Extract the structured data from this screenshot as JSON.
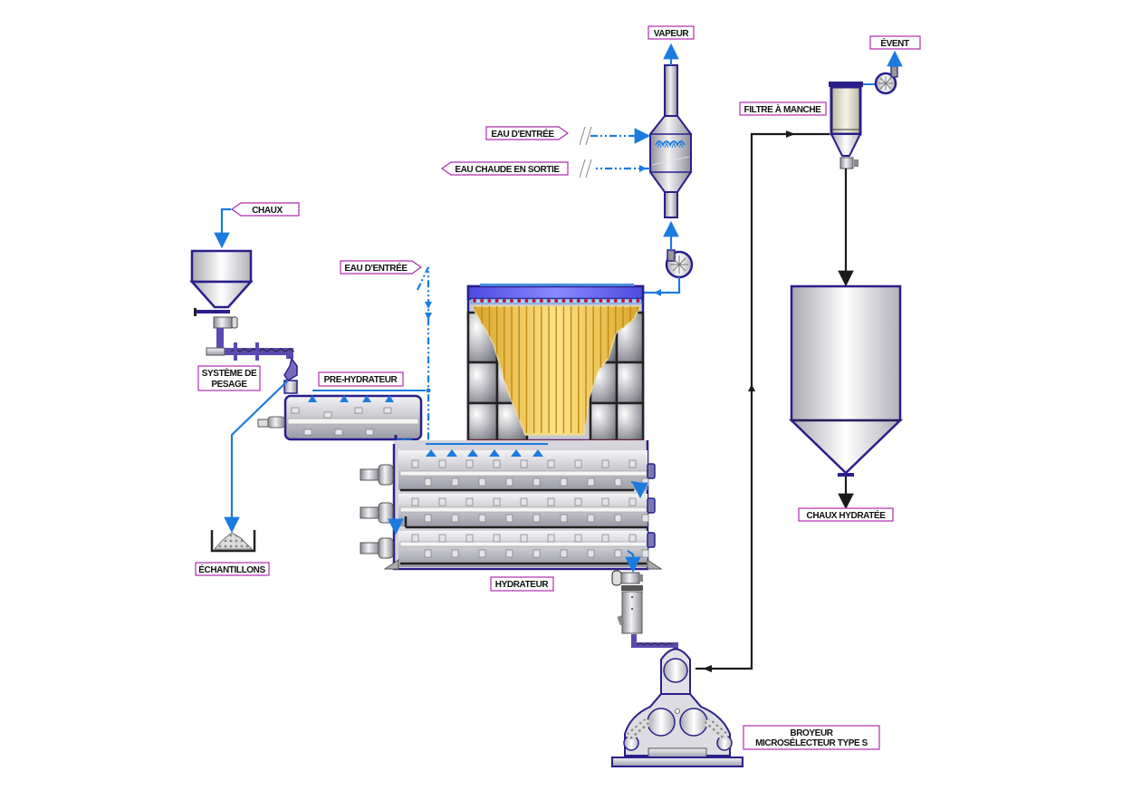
{
  "diagram": {
    "title": "Hydrated lime production process flow",
    "labels": {
      "vapeur": "VAPEUR",
      "event": "ÉVENT",
      "filtre_a_manche": "FILTRE À MANCHE",
      "eau_entree_top": "EAU D'ENTRÉE",
      "eau_chaude_sortie": "EAU CHAUDE EN SORTIE",
      "chaux": "CHAUX",
      "eau_entree_mid": "EAU D'ENTRÉE",
      "systeme_pesage_1": "SYSTÈME DE",
      "systeme_pesage_2": "PESAGE",
      "pre_hydrateur": "PRE-HYDRATEUR",
      "echantillons": "ÉCHANTILLONS",
      "hydrateur": "HYDRATEUR",
      "chaux_hydratee": "CHAUX HYDRATÉE",
      "broyeur_1": "BROYEUR",
      "broyeur_2": "MICROSÉLECTEUR TYPE S"
    },
    "colors": {
      "water_line": "#1b7be0",
      "product_line": "#1a1a1a",
      "equipment_outline": "#2a1f8a",
      "label_border": "#b02cb0",
      "bag_filter": "#f0c040"
    }
  }
}
